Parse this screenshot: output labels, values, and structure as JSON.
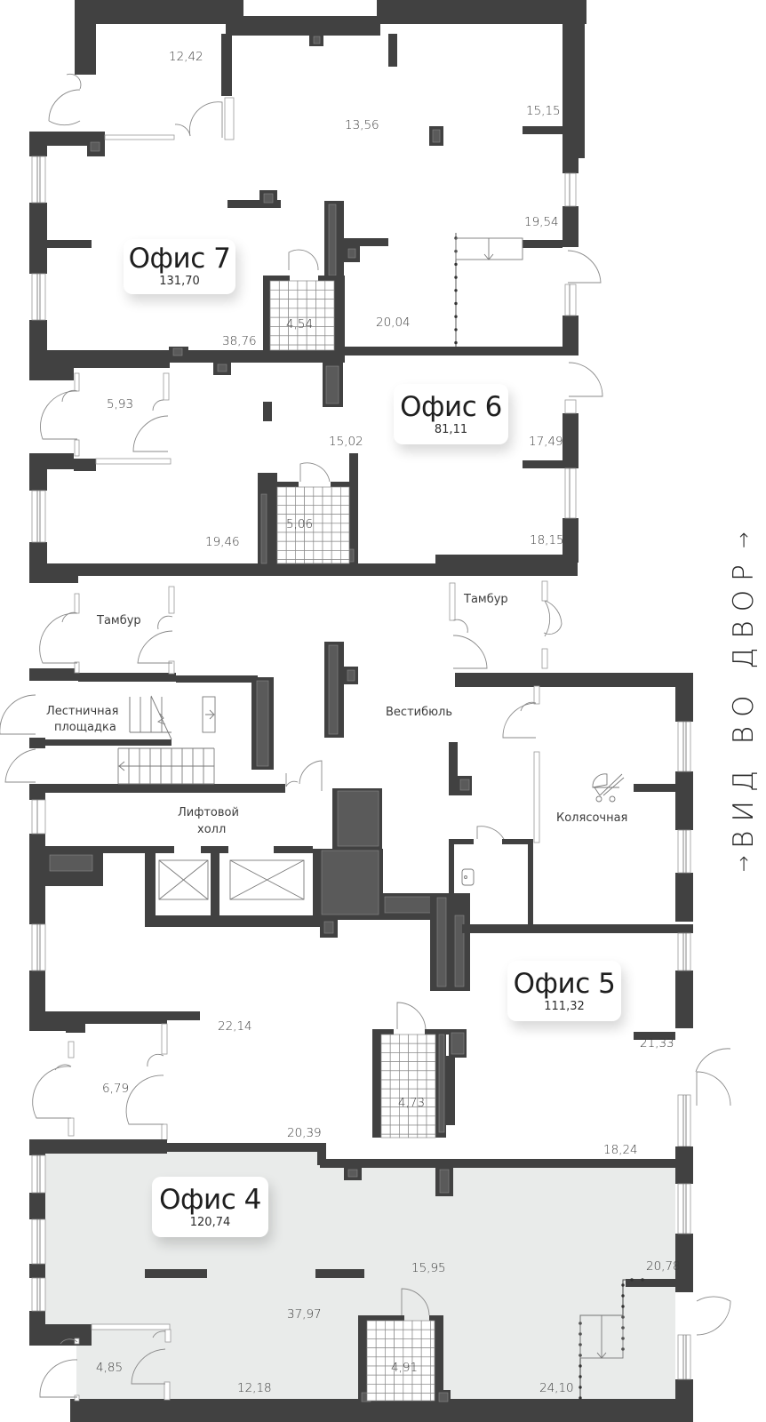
{
  "plan": {
    "offices": [
      {
        "name": "Офис 7",
        "area": "131,70",
        "highlighted": false
      },
      {
        "name": "Офис 6",
        "area": "81,11",
        "highlighted": false
      },
      {
        "name": "Офис 5",
        "area": "111,32",
        "highlighted": false
      },
      {
        "name": "Офис 4",
        "area": "120,74",
        "highlighted": true
      }
    ],
    "room_areas": {
      "r12_42": "12,42",
      "r13_56": "13,56",
      "r15_15": "15,15",
      "r19_54": "19,54",
      "r38_76": "38,76",
      "r4_54": "4,54",
      "r20_04": "20,04",
      "r5_93": "5,93",
      "r15_02": "15,02",
      "r17_49": "17,49",
      "r5_06": "5,06",
      "r19_46": "19,46",
      "r18_15": "18,15",
      "r22_14": "22,14",
      "r6_79": "6,79",
      "r20_39": "20,39",
      "r4_73": "4,73",
      "r21_33": "21,33",
      "r18_24": "18,24",
      "r15_95": "15,95",
      "r20_78": "20,78",
      "r37_97": "37,97",
      "r4_85": "4,85",
      "r4_91": "4,91",
      "r12_18": "12,18",
      "r24_10": "24,10"
    },
    "common_rooms": {
      "tambur_left": "Тамбур",
      "tambur_right": "Тамбур",
      "stair_line1": "Лестничная",
      "stair_line2": "площадка",
      "lift_line1": "Лифтовой",
      "lift_line2": "холл",
      "vestibule": "Вестибюль",
      "stroller": "Колясочная"
    },
    "orientation": {
      "label": "ВИД ВО ДВОР",
      "arrow": "→"
    },
    "icons": {
      "stroller": "stroller-icon",
      "lift": "lift-shaft-icon",
      "sink": "sink-icon"
    },
    "colors": {
      "wall": "#414141",
      "column": "#5a5a5a",
      "highlight_fill": "#e9ebea",
      "background": "#ffffff"
    }
  }
}
